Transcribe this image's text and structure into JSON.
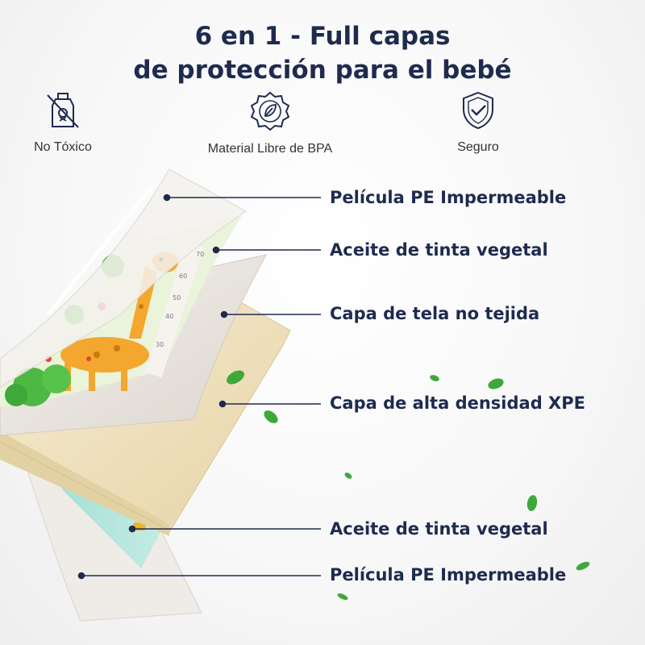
{
  "title_lines": [
    "6 en 1 - Full capas",
    "de protección para el bebé"
  ],
  "features": [
    {
      "label": "No Tóxico",
      "icon": "no-toxic-bottle-icon"
    },
    {
      "label": "Material Libre de BPA",
      "icon": "leaf-badge-icon"
    },
    {
      "label": "Seguro",
      "icon": "shield-check-icon"
    }
  ],
  "layers": [
    {
      "label": "Película PE Impermeable"
    },
    {
      "label": "Aceite de tinta vegetal"
    },
    {
      "label": "Capa de tela no tejida"
    },
    {
      "label": "Capa de alta densidad XPE"
    },
    {
      "label": "Aceite de tinta vegetal"
    },
    {
      "label": "Película PE Impermeable"
    }
  ],
  "ruler_numbers": [
    "70",
    "60",
    "50",
    "40",
    "30"
  ],
  "colors": {
    "navy": "#1e2b4f",
    "leaf": "#3fa83a",
    "foam": "#f0e4c4"
  }
}
